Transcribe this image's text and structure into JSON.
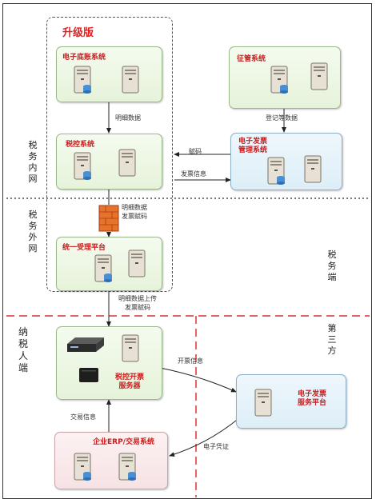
{
  "upgrade_label": "升级版",
  "zones": {
    "tax_intranet": [
      "税",
      "务",
      "内",
      "网"
    ],
    "tax_extranet": [
      "税",
      "务",
      "外",
      "网"
    ],
    "tax_side": [
      "税",
      "务",
      "端"
    ],
    "taxpayer_side": [
      "纳",
      "税",
      "人",
      "端"
    ],
    "third_party": [
      "第",
      "三",
      "方"
    ]
  },
  "boxes": {
    "ledger": "电子底账系统",
    "tax_control": "税控系统",
    "unified_platform": "统一受理平台",
    "collection": "征管系统",
    "einvoice_mgmt_line1": "电子发票",
    "einvoice_mgmt_line2": "管理系统",
    "invoicing_server_line1": "税控开票",
    "invoicing_server_line2": "服务器",
    "erp": "企业ERP/交易系统",
    "einvoice_service_line1": "电子发票",
    "einvoice_service_line2": "服务平台"
  },
  "flows": {
    "detail_data": "明细数据",
    "register_data": "登记等数据",
    "assign_code": "赋码",
    "invoice_info": "发票信息",
    "detail_line1": "明细数据",
    "detail_line2": "发票赋码",
    "upload_line1": "明细数据上传",
    "upload_line2": "发票赋码",
    "issue_info": "开票信息",
    "transaction_info": "交易信息",
    "e_voucher": "电子凭证"
  },
  "colors": {
    "title_red": "#c81e1e",
    "divider_red": "#d83030",
    "arrow": "#222222"
  }
}
